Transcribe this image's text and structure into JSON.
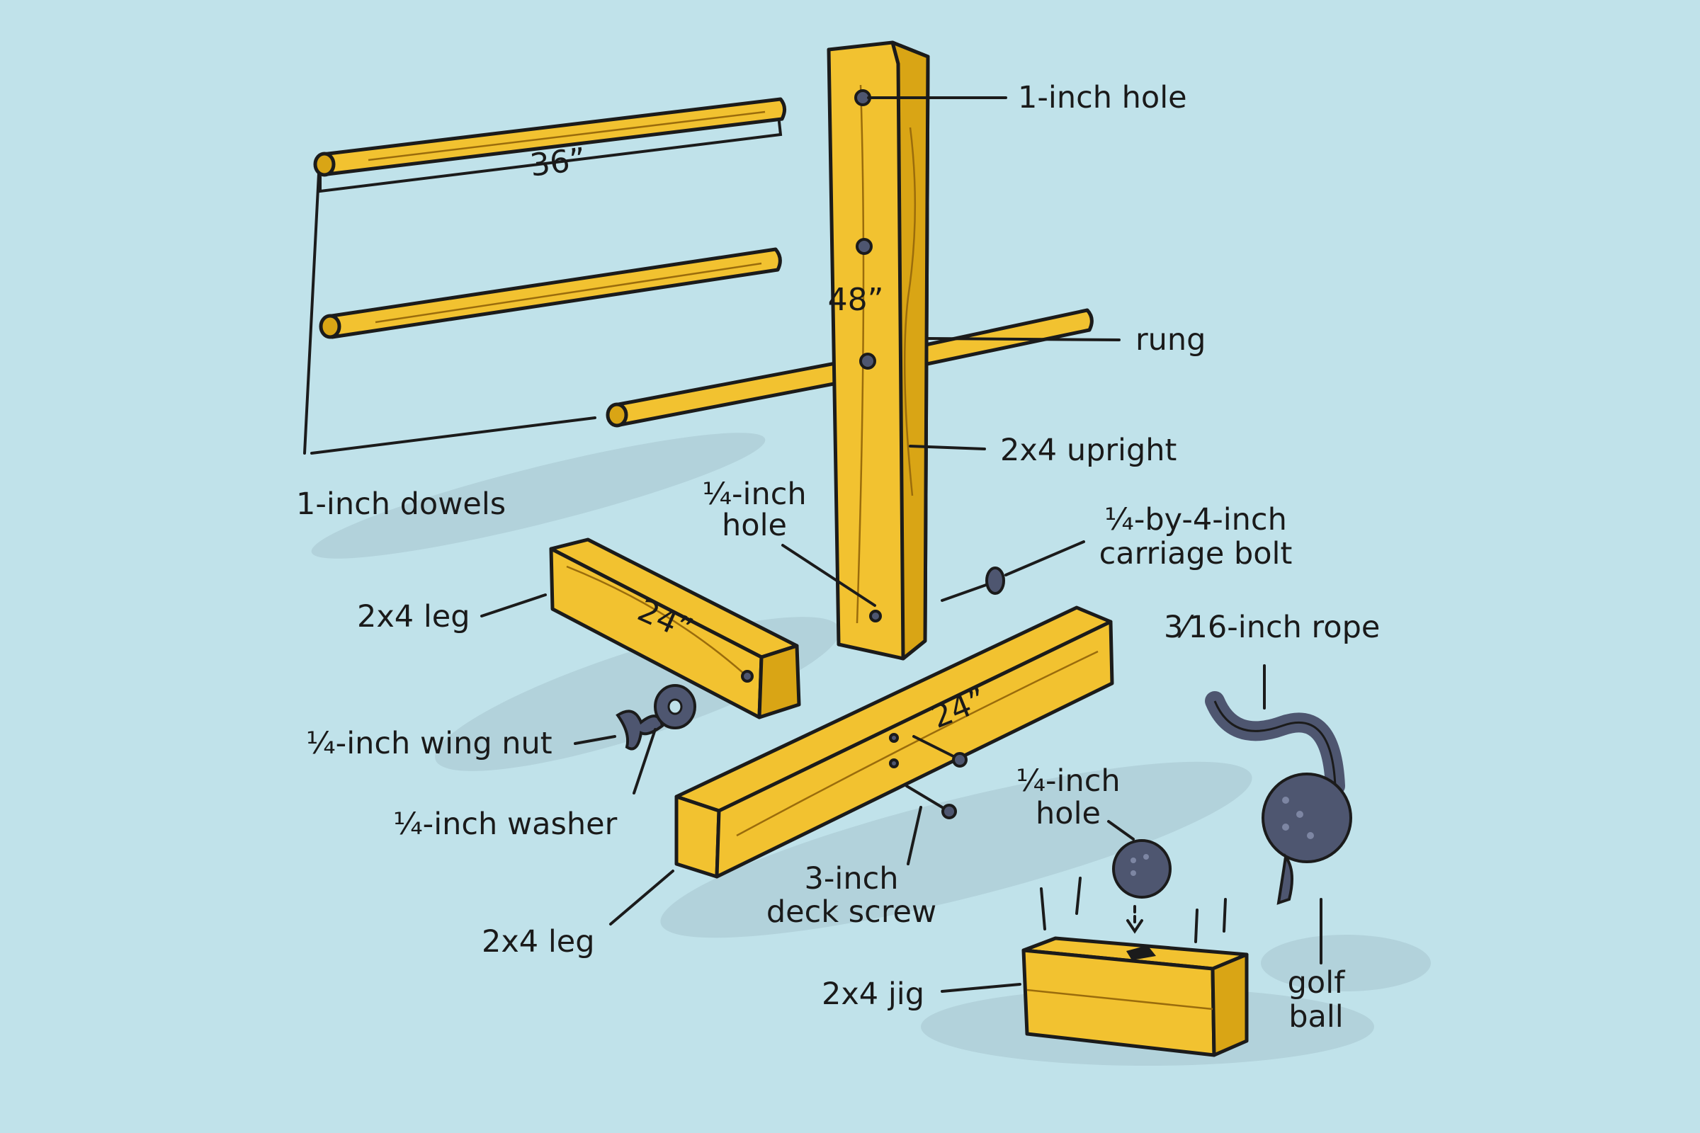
{
  "labels": {
    "one_inch_hole": "1-inch hole",
    "rung": "rung",
    "upright": "2x4 upright",
    "dowels": "1-inch dowels",
    "quarter_hole_top_line1": "¼-inch",
    "quarter_hole_top_line2": "hole",
    "carriage_bolt_line1": "¼-by-4-inch",
    "carriage_bolt_line2": "carriage bolt",
    "leg_upper": "2x4 leg",
    "rope": "3⁄16-inch rope",
    "wing_nut": "¼-inch wing nut",
    "washer": "¼-inch washer",
    "quarter_hole_bottom_line1": "¼-inch",
    "quarter_hole_bottom_line2": "hole",
    "deck_screw_line1": "3-inch",
    "deck_screw_line2": "deck screw",
    "leg_lower": "2x4 leg",
    "jig": "2x4 jig",
    "golf_ball_line1": "golf",
    "golf_ball_line2": "ball"
  },
  "dimensions": {
    "dowel_length": "36”",
    "upright_length": "48”",
    "leg_upper_length": "24”",
    "leg_lower_length": "24”"
  },
  "colors": {
    "background": "#c0e2ea",
    "wood": "#f2c230",
    "metal": "#4e5670",
    "ink": "#1b1b1b"
  }
}
